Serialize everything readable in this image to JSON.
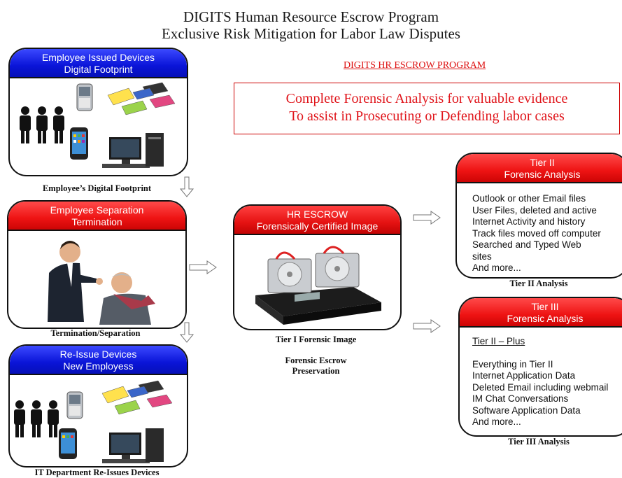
{
  "header": {
    "title_line1": "DIGITS Human Resource Escrow Program",
    "title_line2": "Exclusive Risk Mitigation for Labor Law Disputes"
  },
  "program_link": "DIGITS HR ESCROW PROGRAM",
  "forensic_box": {
    "line1": "Complete Forensic Analysis for valuable evidence",
    "line2": "To assist in Prosecuting or Defending labor cases"
  },
  "panels": {
    "devices": {
      "header1": "Employee Issued Devices",
      "header2": "Digital Footprint",
      "caption": "Employee’s Digital Footprint"
    },
    "separation": {
      "header1": "Employee Separation",
      "header2": "Termination",
      "caption": "Termination/Separation"
    },
    "reissue": {
      "header1": "Re-Issue Devices",
      "header2": "New Employess",
      "caption": "IT Department Re-Issues Devices"
    },
    "escrow": {
      "header1": "HR ESCROW",
      "header2": "Forensically Certified Image",
      "caption": "Tier I Forensic Image",
      "sub1": "Forensic Escrow",
      "sub2": "Preservation"
    },
    "tier2": {
      "header1": "Tier II",
      "header2": "Forensic Analysis",
      "items": [
        "Outlook or other Email files",
        "User Files, deleted and active",
        "Internet Activity and history",
        "Track files moved off computer",
        "Searched and Typed Web",
        "sites",
        "And more..."
      ],
      "caption": "Tier II Analysis"
    },
    "tier3": {
      "header1": "Tier III",
      "header2": "Forensic Analysis",
      "intro": "Tier II – Plus",
      "items": [
        "Everything in Tier II",
        "Internet Application Data",
        "Deleted Email including webmail",
        "IM Chat Conversations",
        "Software Application Data",
        "And more..."
      ],
      "caption": "Tier III Analysis"
    }
  },
  "colors": {
    "blue_header": "#0a14d8",
    "red_header": "#ee1313",
    "accent_red": "#e0151b"
  }
}
